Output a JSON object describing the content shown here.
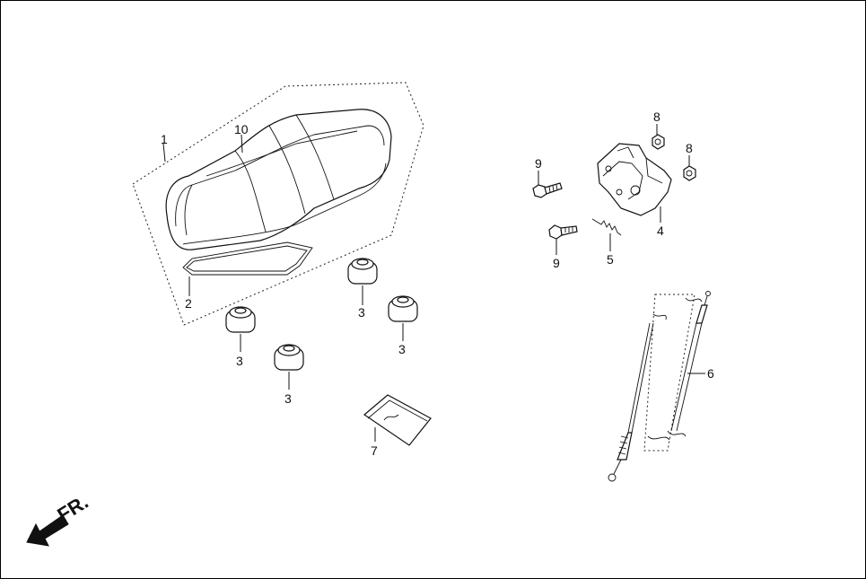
{
  "diagram": {
    "callouts": [
      "1",
      "10",
      "2",
      "3",
      "3",
      "3",
      "3",
      "7",
      "9",
      "9",
      "8",
      "8",
      "4",
      "5",
      "6"
    ],
    "direction_label": "FR."
  }
}
